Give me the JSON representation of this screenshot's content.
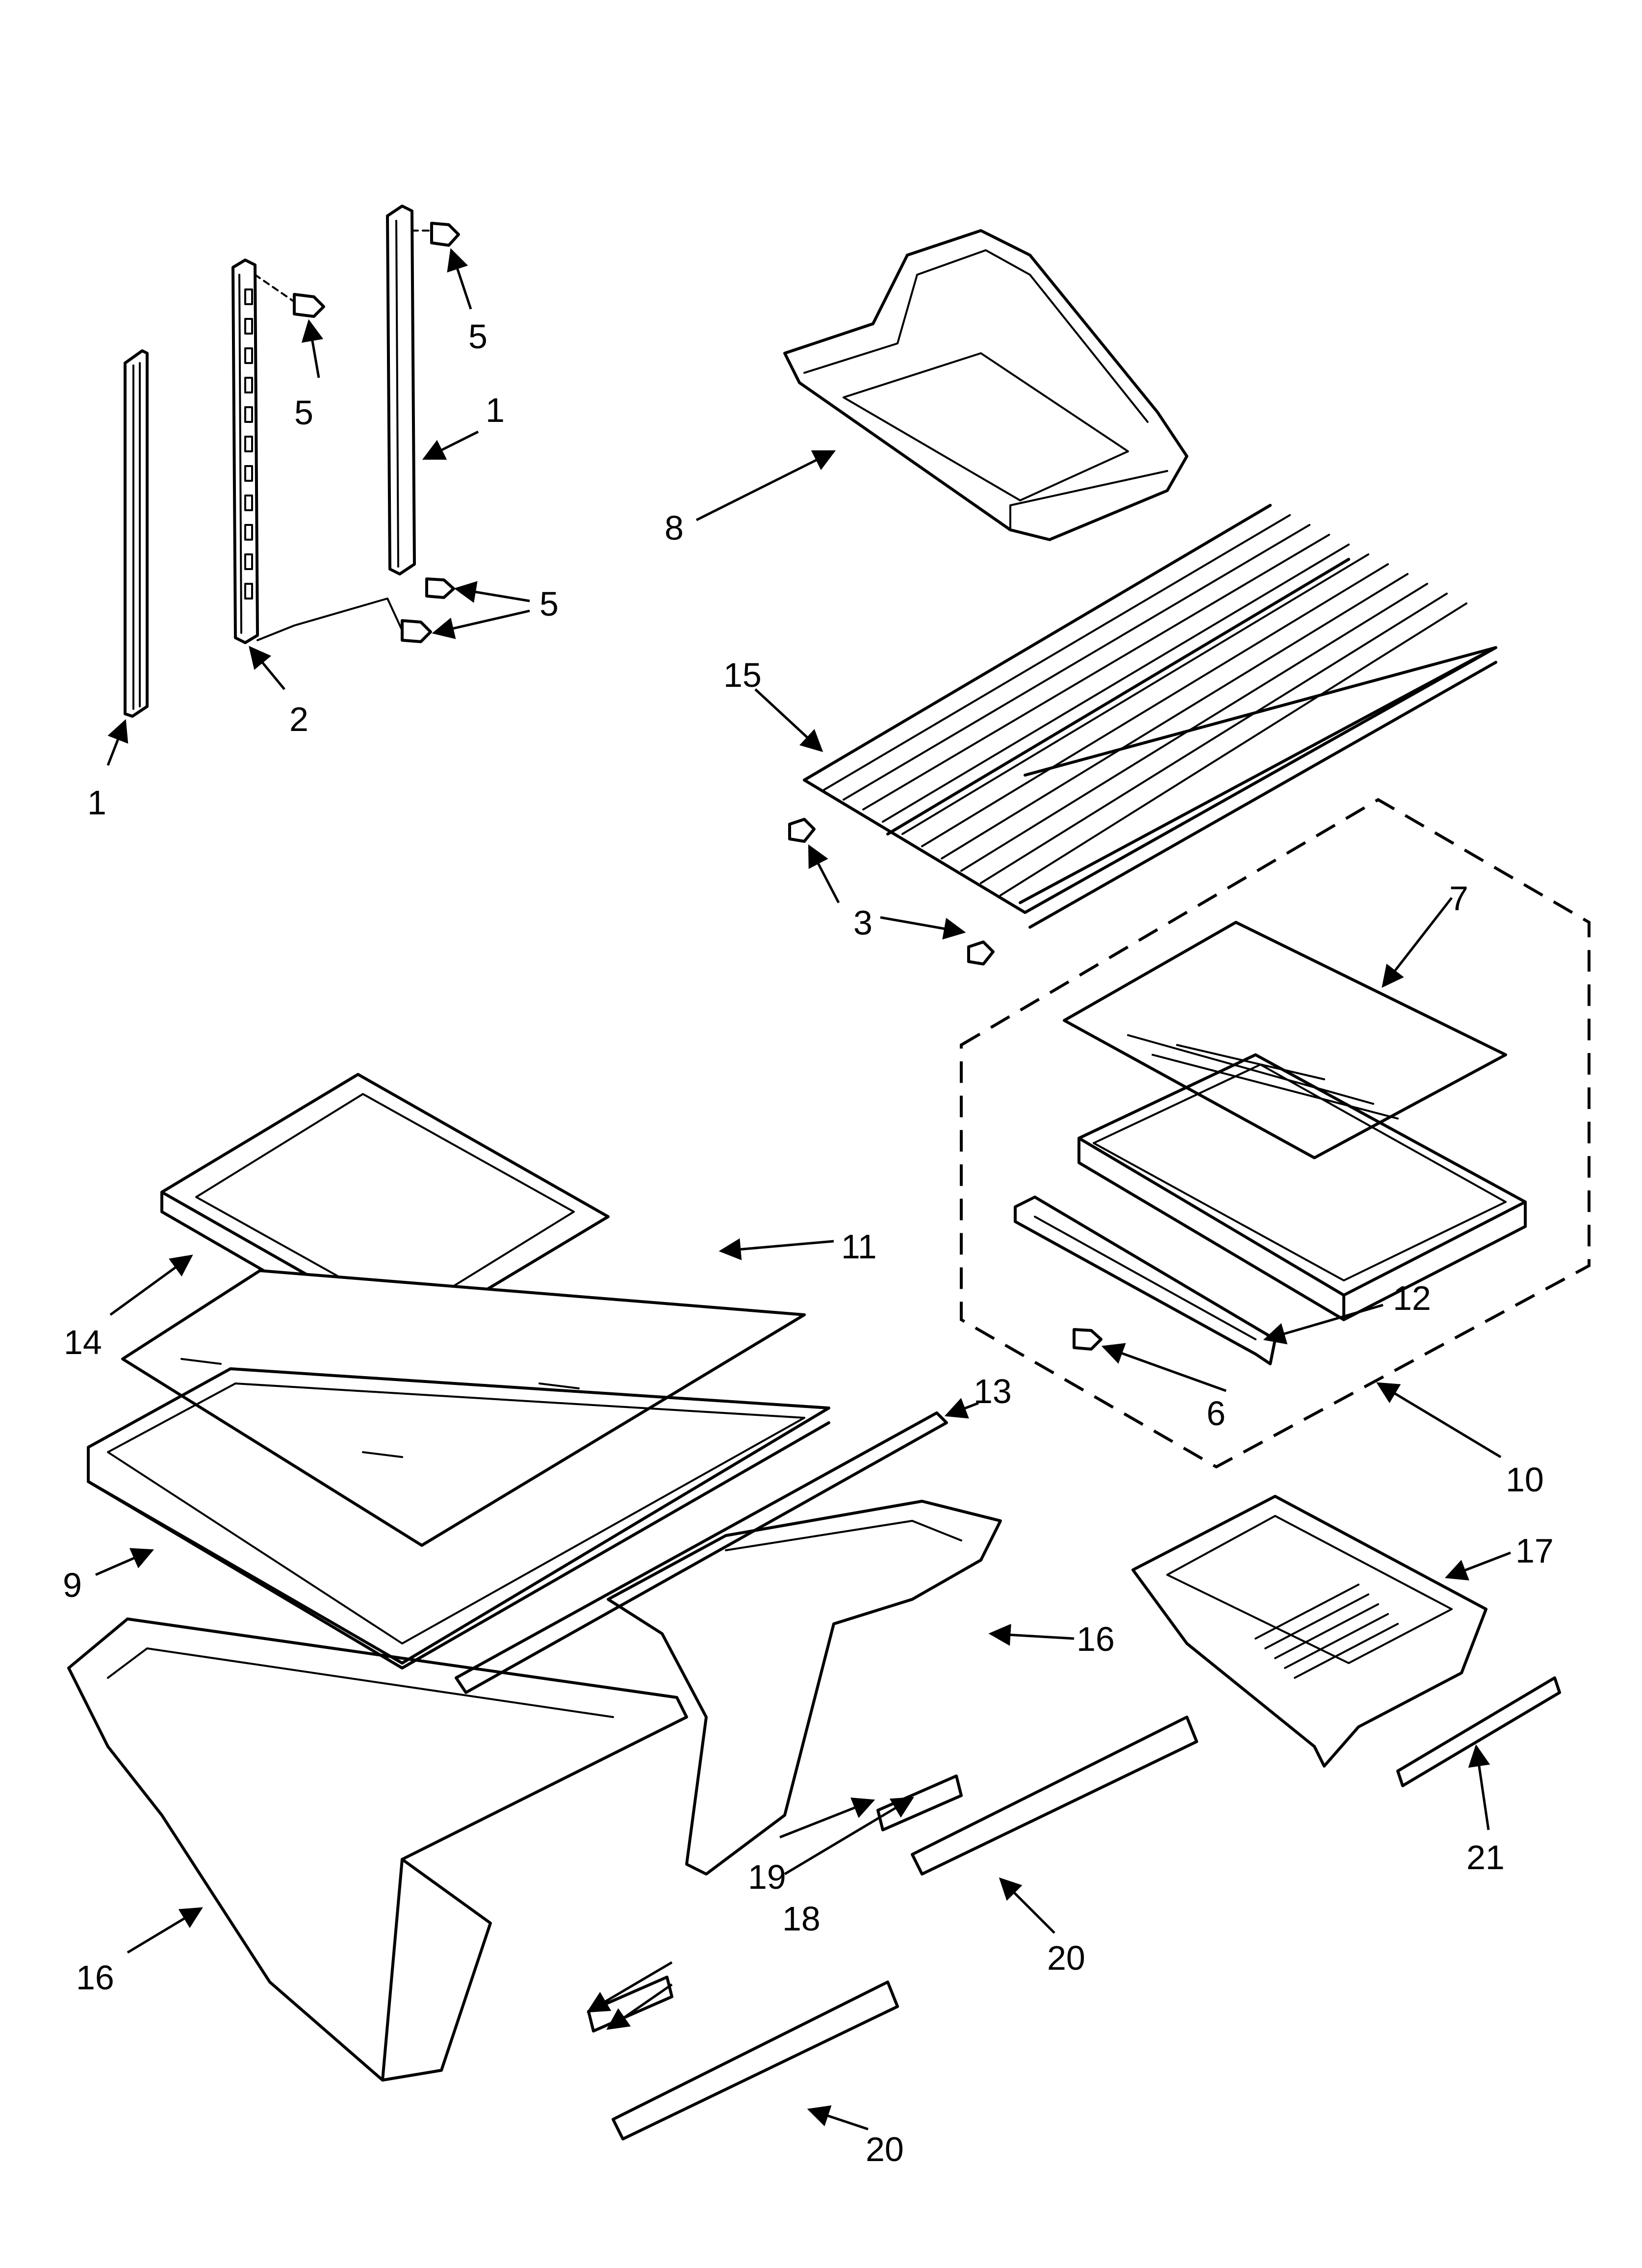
{
  "callouts": {
    "c1a": "1",
    "c1b": "1",
    "c2": "2",
    "c3": "3",
    "c5a": "5",
    "c5b": "5",
    "c5c": "5",
    "c6": "6",
    "c7": "7",
    "c8": "8",
    "c9": "9",
    "c10": "10",
    "c11": "11",
    "c12": "12",
    "c13": "13",
    "c14": "14",
    "c15": "15",
    "c16a": "16",
    "c16b": "16",
    "c17": "17",
    "c18": "18",
    "c19": "19",
    "c20a": "20",
    "c20b": "20",
    "c21": "21"
  }
}
